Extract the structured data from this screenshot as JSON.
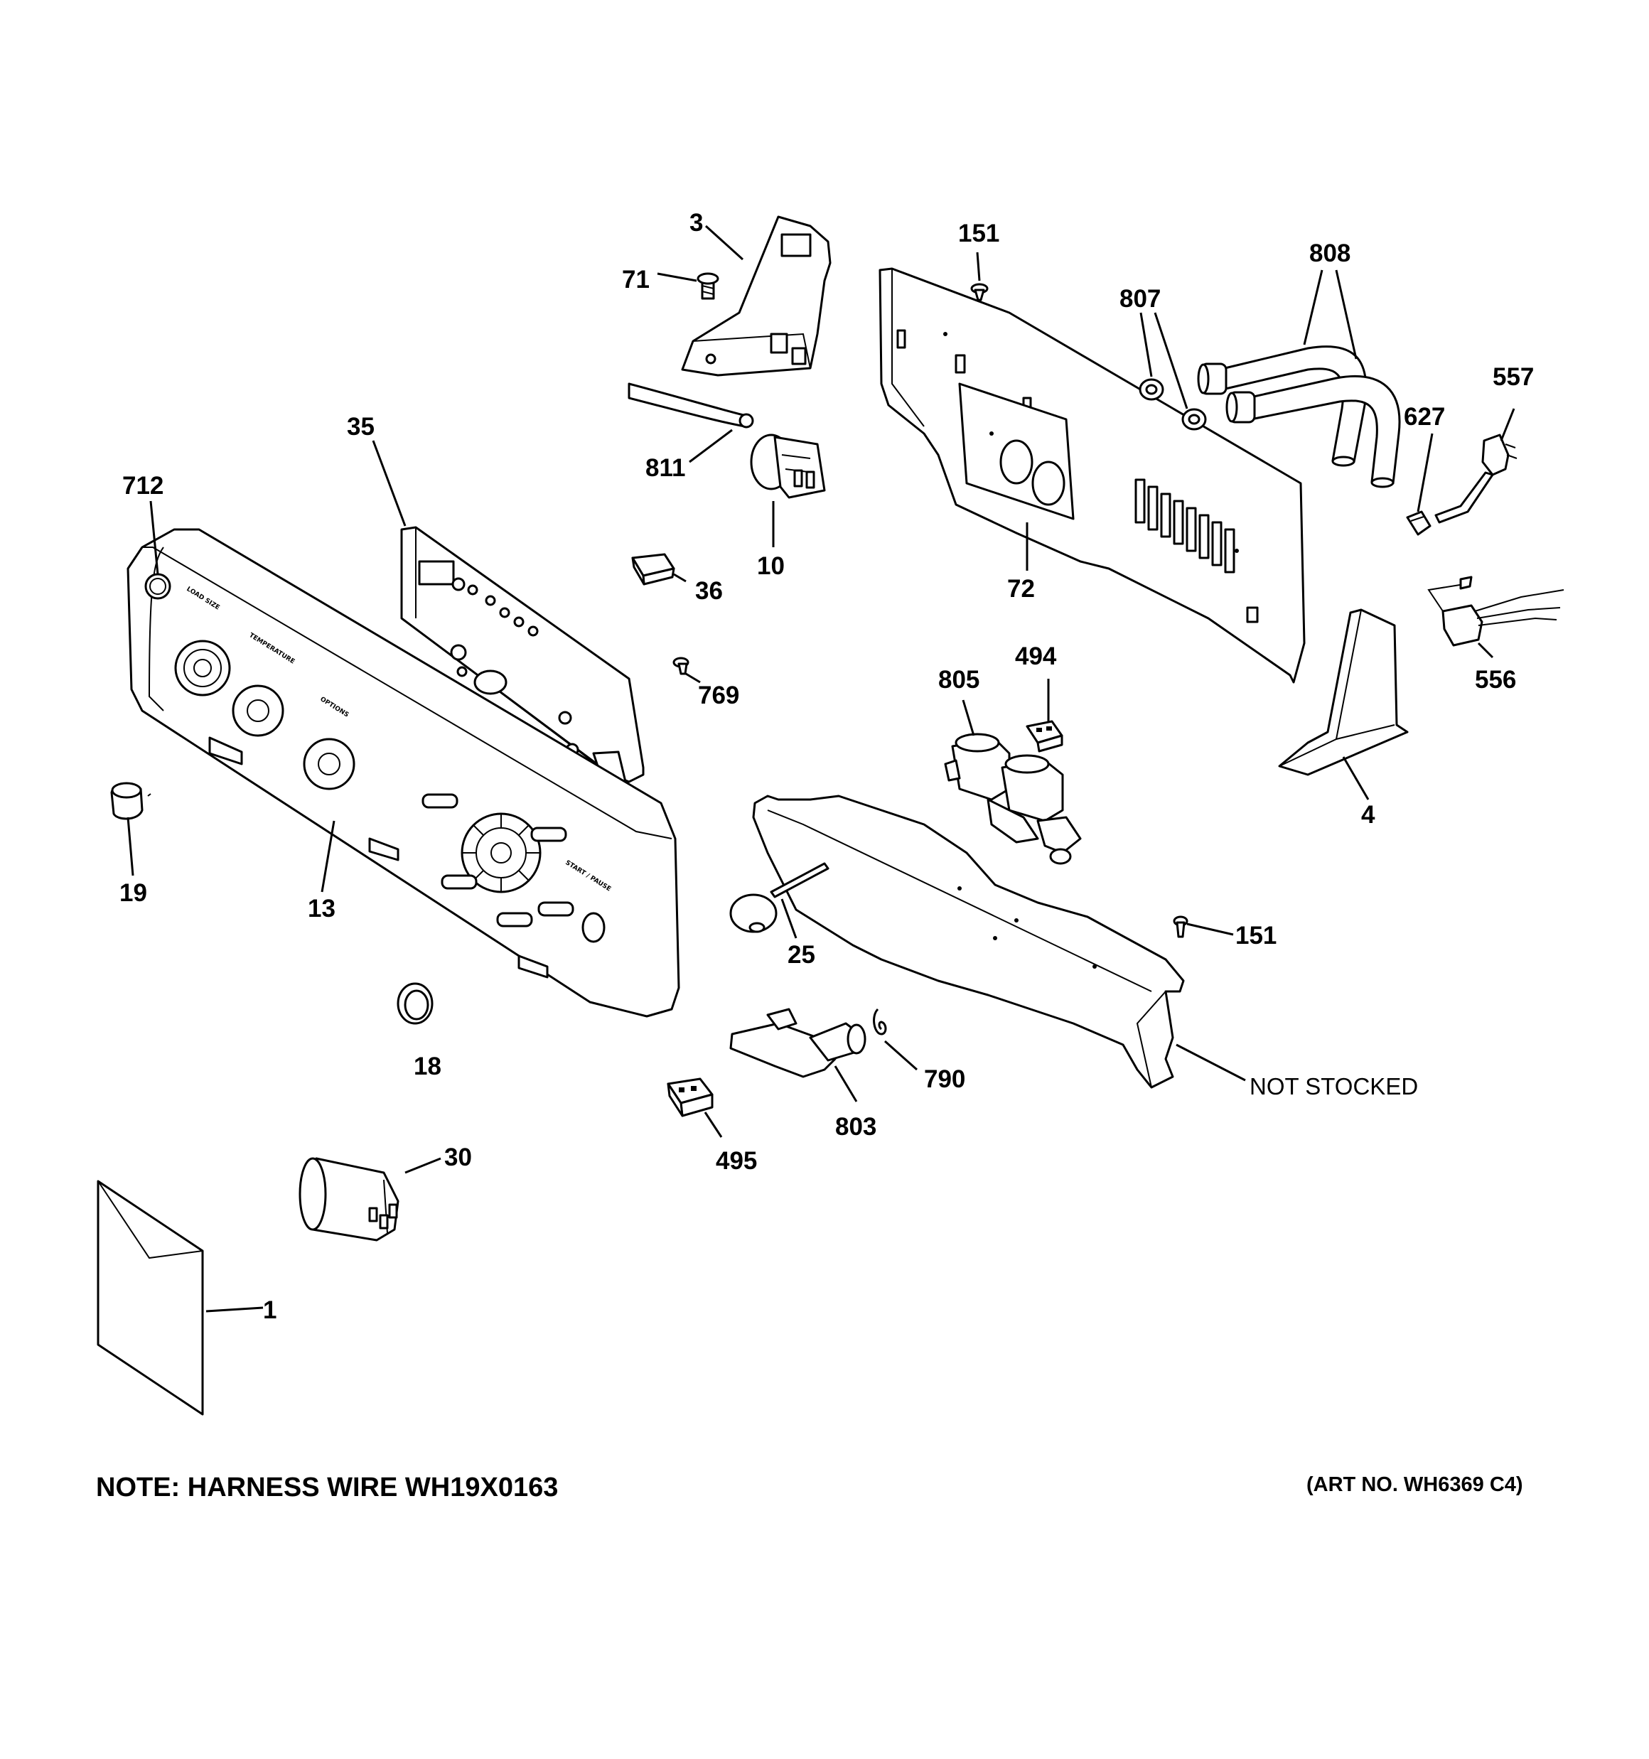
{
  "callouts": {
    "p3": "3",
    "p71": "71",
    "p151a": "151",
    "p807": "807",
    "p808": "808",
    "p557": "557",
    "p627": "627",
    "p811": "811",
    "p35": "35",
    "p712": "712",
    "p10": "10",
    "p36": "36",
    "p72": "72",
    "p494": "494",
    "p805": "805",
    "p556": "556",
    "p769": "769",
    "p4": "4",
    "p19": "19",
    "p13": "13",
    "p25": "25",
    "p151b": "151",
    "p18": "18",
    "p790": "790",
    "p803": "803",
    "p495": "495",
    "p30": "30",
    "p1": "1"
  },
  "labels": {
    "not_stocked": "NOT STOCKED"
  },
  "notes": {
    "harness": "NOTE: HARNESS WIRE WH19X0163",
    "art_no": "(ART NO. WH6369 C4)"
  }
}
